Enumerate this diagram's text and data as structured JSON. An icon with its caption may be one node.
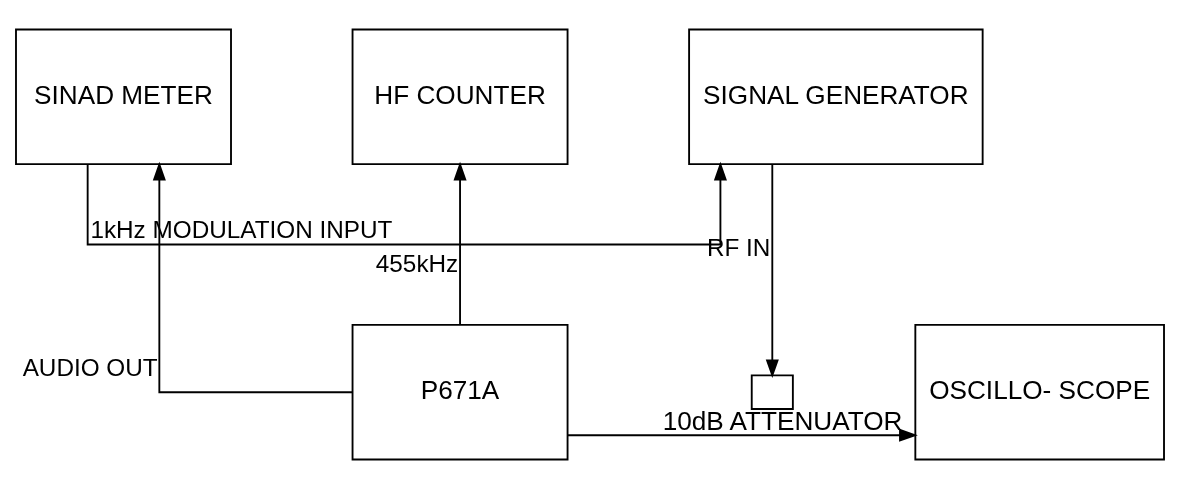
{
  "diagram": {
    "nodes": [
      {
        "text": [
          "SIGNAL GENERATOR"
        ]
      },
      {
        "text": [
          "SINAD METER"
        ]
      },
      {
        "text": [
          "HF COUNTER"
        ]
      },
      {
        "text": [],
        "shape": "box",
        "beside": [
          "10dB ATTENUATOR"
        ]
      },
      {
        "text": [
          "P671A"
        ]
      },
      {
        "text": [
          "OSCILLO- SCOPE"
        ]
      }
    ],
    "edges": [
      {
        "from": 1,
        "to": 0,
        "arrow": "to",
        "label": "1kHz MODULATION INPUT"
      },
      {
        "from": 0,
        "to": 3,
        "arrow": "to",
        "label": "RF IN"
      },
      {
        "from": 4,
        "to": 1,
        "arrow": "to",
        "label": "AUDIO OUT"
      },
      {
        "from": 4,
        "to": 2,
        "arrow": "to",
        "label": "455kHz"
      },
      {
        "from": 4,
        "to": 5,
        "arrow": "to"
      }
    ]
  }
}
